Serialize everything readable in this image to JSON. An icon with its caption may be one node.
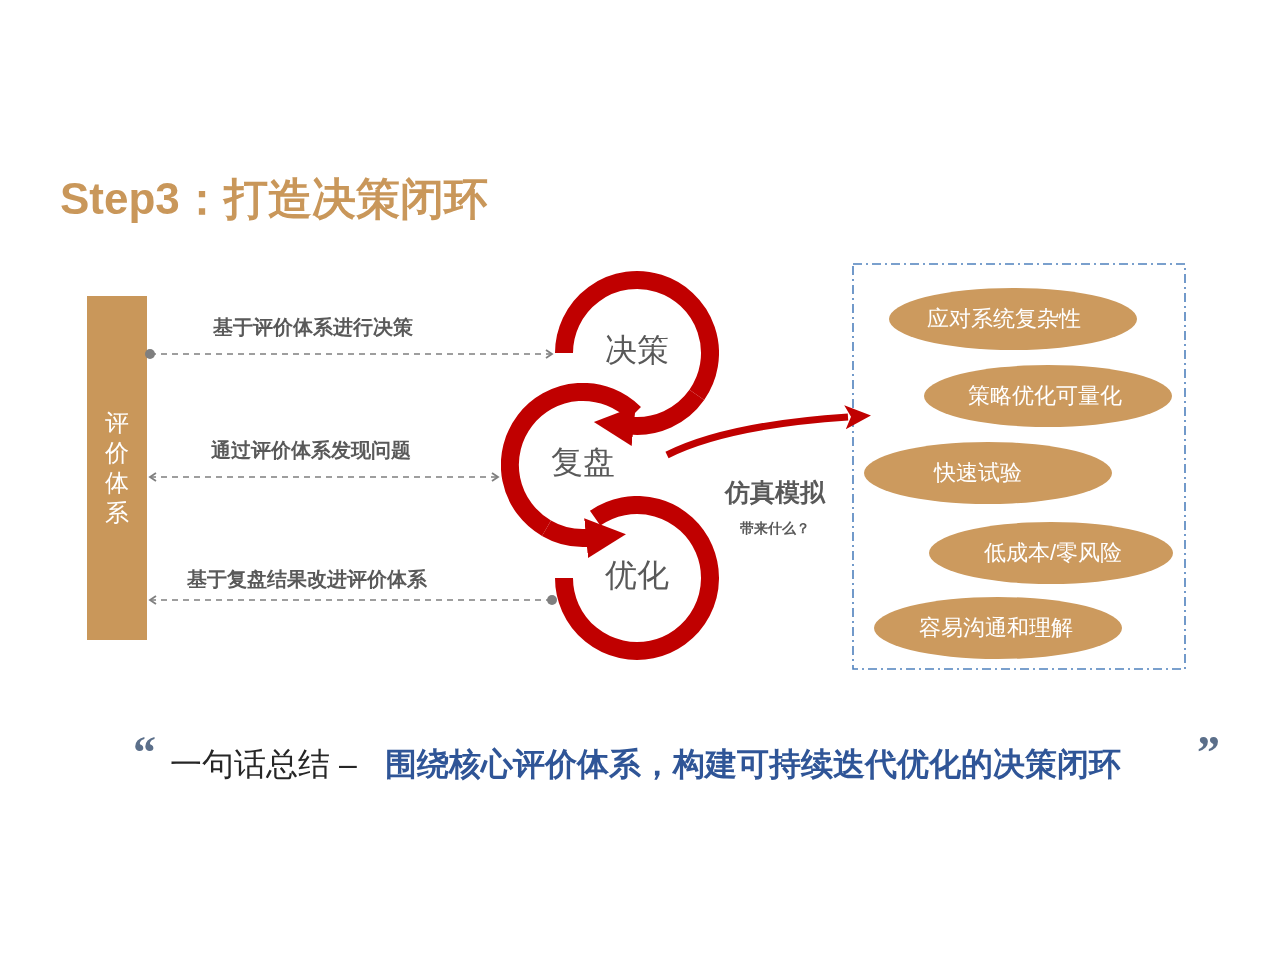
{
  "diagram": {
    "title": "Step3：打造决策闭环",
    "nodes": [
      {
        "text": [
          "评价体系"
        ]
      },
      {
        "text": [
          "决策"
        ]
      },
      {
        "text": [
          "复盘"
        ]
      },
      {
        "text": [
          "优化"
        ]
      },
      {
        "text": [],
        "shape": "box"
      },
      {
        "text": [
          "应对系统复杂性"
        ],
        "in": 4
      },
      {
        "text": [
          "策略优化可量化"
        ],
        "in": 4
      },
      {
        "text": [
          "快速试验"
        ],
        "in": 4
      },
      {
        "text": [
          "低成本/零风险"
        ],
        "in": 4
      },
      {
        "text": [
          "容易沟通和理解"
        ],
        "in": 4
      }
    ],
    "edges": [
      {
        "from": 0,
        "to": 1,
        "arrow": "to",
        "label": "基于评价体系进行决策",
        "style": "dashed"
      },
      {
        "from": 0,
        "to": 2,
        "arrow": "both",
        "label": "通过评价体系发现问题",
        "style": "dashed"
      },
      {
        "from": 3,
        "to": 0,
        "arrow": "to",
        "label": "基于复盘结果改进评价体系",
        "style": "dashed"
      },
      {
        "from": 1,
        "to": 2,
        "arrow": "to",
        "style": "thick",
        "color": "#c00000"
      },
      {
        "from": 2,
        "to": 3,
        "arrow": "to",
        "style": "thick",
        "color": "#c00000"
      },
      {
        "from": 2,
        "to": 4,
        "arrow": "to",
        "label": "仿真模拟",
        "style": "thick",
        "color": "#c00000"
      }
    ],
    "labels": [
      "带来什么？",
      "“",
      "一句话总结 –",
      "围绕核心评价体系，构建可持续迭代优化的决策闭环",
      "”"
    ]
  }
}
